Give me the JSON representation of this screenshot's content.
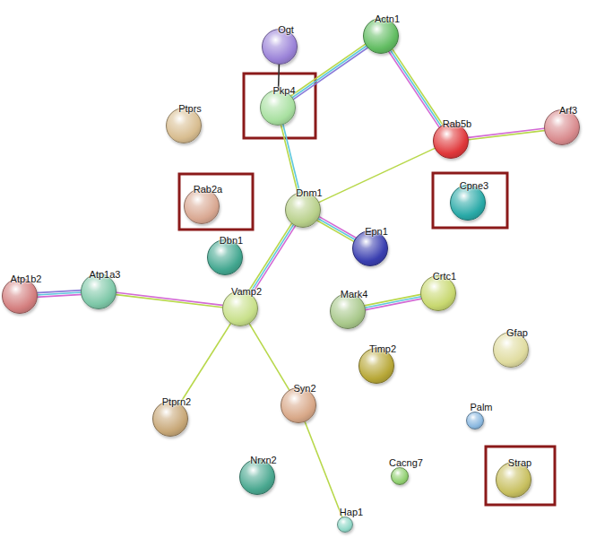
{
  "diagram": {
    "nodes": [
      {
        "text": [
          "Ogt"
        ]
      },
      {
        "text": [
          "Actn1"
        ]
      },
      {
        "text": [
          "Pkp4"
        ]
      },
      {
        "text": [
          "Ptprs"
        ]
      },
      {
        "text": [
          "Arf3"
        ]
      },
      {
        "text": [
          "Rab5b"
        ]
      },
      {
        "text": [
          "Rab2a"
        ]
      },
      {
        "text": [
          "Cpne3"
        ]
      },
      {
        "text": [
          "Dnm1"
        ]
      },
      {
        "text": [
          "Epn1"
        ]
      },
      {
        "text": [
          "Dbn1"
        ]
      },
      {
        "text": [
          "Atp1b2"
        ]
      },
      {
        "text": [
          "Atp1a3"
        ]
      },
      {
        "text": [
          "Vamp2"
        ]
      },
      {
        "text": [
          "Crtc1"
        ]
      },
      {
        "text": [
          "Mark4"
        ]
      },
      {
        "text": [
          "Gfap"
        ]
      },
      {
        "text": [
          "Timp2"
        ]
      },
      {
        "text": [
          "Syn2"
        ]
      },
      {
        "text": [
          "Ptprn2"
        ]
      },
      {
        "text": [
          "Palm"
        ]
      },
      {
        "text": [
          "Nrxn2"
        ]
      },
      {
        "text": [
          "Cacng7"
        ]
      },
      {
        "text": [
          "Strap"
        ]
      },
      {
        "text": [
          "Hap1"
        ]
      }
    ],
    "edges": [
      {
        "from": 0,
        "to": 2,
        "arrow": "none"
      },
      {
        "from": 2,
        "to": 1,
        "arrow": "none"
      },
      {
        "from": 1,
        "to": 5,
        "arrow": "none"
      },
      {
        "from": 5,
        "to": 4,
        "arrow": "none"
      },
      {
        "from": 5,
        "to": 8,
        "arrow": "none"
      },
      {
        "from": 2,
        "to": 8,
        "arrow": "none"
      },
      {
        "from": 8,
        "to": 9,
        "arrow": "none"
      },
      {
        "from": 8,
        "to": 13,
        "arrow": "none"
      },
      {
        "from": 13,
        "to": 12,
        "arrow": "none"
      },
      {
        "from": 12,
        "to": 11,
        "arrow": "none"
      },
      {
        "from": 15,
        "to": 14,
        "arrow": "none"
      },
      {
        "from": 13,
        "to": 19,
        "arrow": "none"
      },
      {
        "from": 13,
        "to": 18,
        "arrow": "none"
      },
      {
        "from": 18,
        "to": 24,
        "arrow": "none"
      }
    ]
  }
}
